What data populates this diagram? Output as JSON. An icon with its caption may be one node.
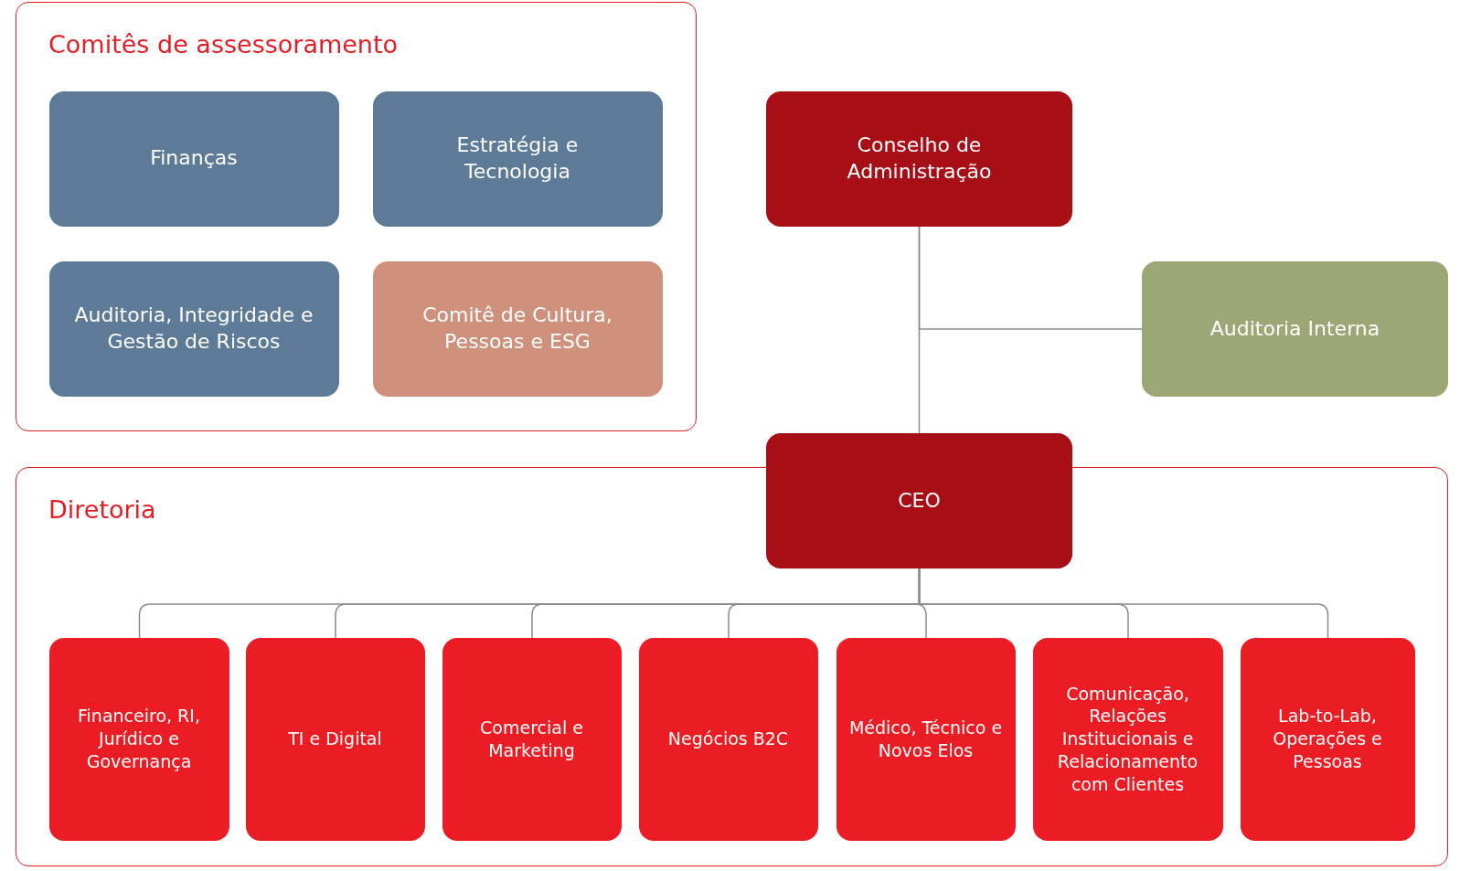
{
  "diagram": {
    "nodes": [
      {
        "text": [
          "Comitês de assessoramento"
        ]
      },
      {
        "text": [
          "Finanças"
        ],
        "in": 0
      },
      {
        "text": [
          "Estratégia e Tecnologia"
        ],
        "in": 0
      },
      {
        "text": [
          "Auditoria, Integridade e Gestão de Riscos"
        ],
        "in": 0
      },
      {
        "text": [
          "Comitê de Cultura, Pessoas e ESG"
        ],
        "in": 0
      },
      {
        "text": [
          "Conselho de Administração"
        ]
      },
      {
        "text": [
          "Auditoria Interna"
        ]
      },
      {
        "text": [
          "CEO"
        ]
      },
      {
        "text": [
          "Diretoria"
        ]
      },
      {
        "text": [
          "Financeiro, RI, Jurídico e Governança"
        ],
        "in": 8
      },
      {
        "text": [
          "TI e Digital"
        ],
        "in": 8
      },
      {
        "text": [
          "Comercial e Marketing"
        ],
        "in": 8
      },
      {
        "text": [
          "Negócios B2C"
        ],
        "in": 8
      },
      {
        "text": [
          "Médico, Técnico e Novos Elos"
        ],
        "in": 8
      },
      {
        "text": [
          "Comunicação, Relações Institucionais e Relacionamento com Clientes"
        ],
        "in": 8
      },
      {
        "text": [
          "Lab-to-Lab, Operações e Pessoas"
        ],
        "in": 8
      }
    ],
    "edges": [
      {
        "from": 5,
        "to": 7,
        "arrow": "none"
      },
      {
        "from": 5,
        "to": 6,
        "arrow": "none"
      },
      {
        "from": 7,
        "to": 9,
        "arrow": "none"
      },
      {
        "from": 7,
        "to": 10,
        "arrow": "none"
      },
      {
        "from": 7,
        "to": 11,
        "arrow": "none"
      },
      {
        "from": 7,
        "to": 12,
        "arrow": "none"
      },
      {
        "from": 7,
        "to": 13,
        "arrow": "none"
      },
      {
        "from": 7,
        "to": 14,
        "arrow": "none"
      },
      {
        "from": 7,
        "to": 15,
        "arrow": "none"
      }
    ]
  }
}
